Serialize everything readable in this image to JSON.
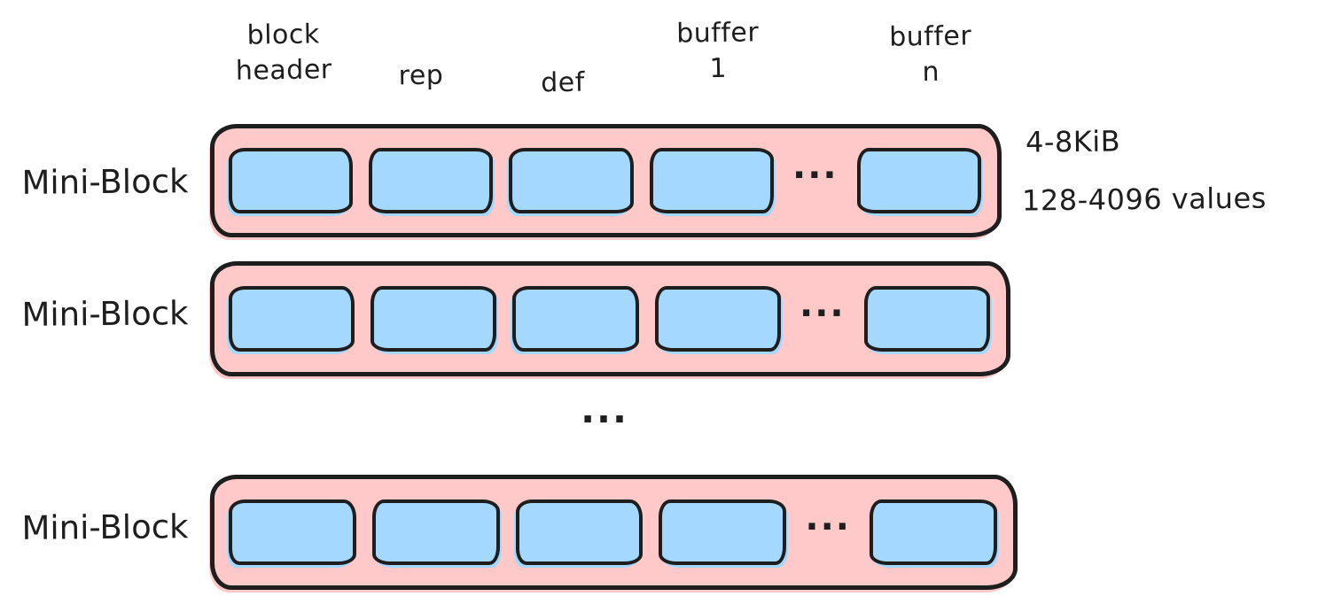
{
  "colors": {
    "container_fill": "#ffc9c9",
    "cell_fill": "#a5d8ff",
    "stroke": "#1e1e1e",
    "background": "#ffffff"
  },
  "column_labels": [
    {
      "text": "block\nheader"
    },
    {
      "text": "rep"
    },
    {
      "text": "def"
    },
    {
      "text": "buffer\n1"
    },
    {
      "text": "buffer\nn"
    }
  ],
  "rows": [
    {
      "label": "Mini-Block"
    },
    {
      "label": "Mini-Block"
    },
    {
      "label": "Mini-Block"
    }
  ],
  "in_row_ellipsis": "...",
  "between_rows_ellipsis": "...",
  "annotations": {
    "size_range": "4-8KiB",
    "value_count_range": "128-4096 values"
  }
}
